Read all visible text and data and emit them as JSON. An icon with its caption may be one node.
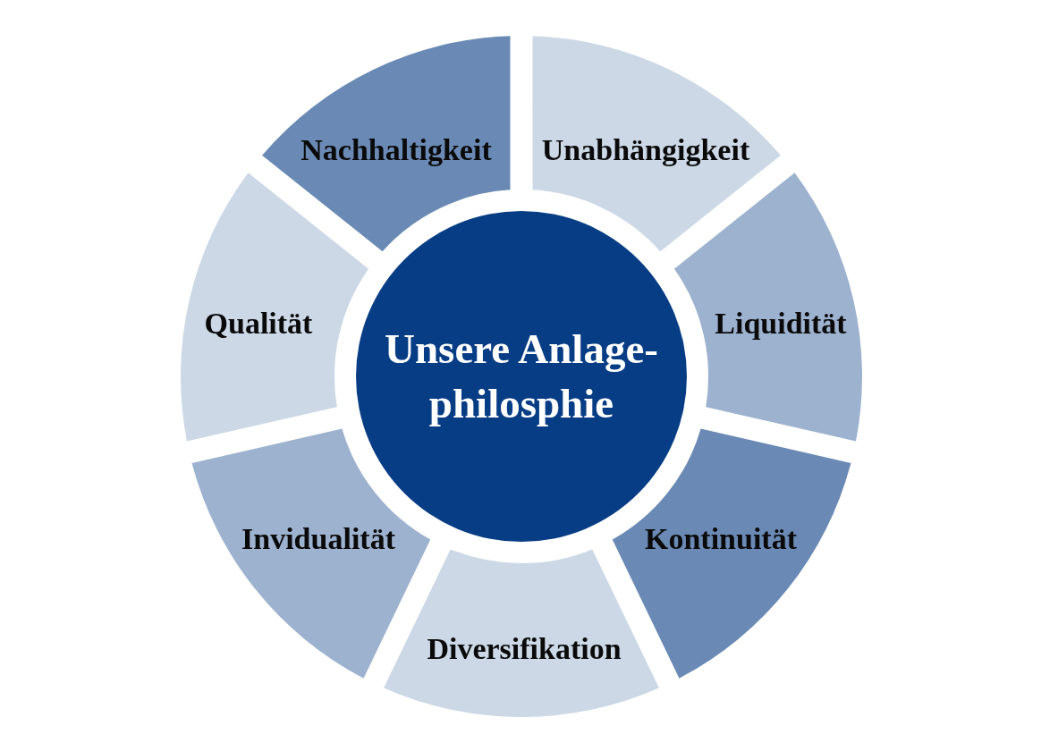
{
  "diagram": {
    "nodes": [
      {
        "text": [
          "Unsere Anlage-philosphie"
        ]
      },
      {
        "text": [
          "Unabhängigkeit"
        ]
      },
      {
        "text": [
          "Liquidität"
        ]
      },
      {
        "text": [
          "Kontinuität"
        ]
      },
      {
        "text": [
          "Diversifikation"
        ]
      },
      {
        "text": [
          "Invidualität"
        ]
      },
      {
        "text": [
          "Qualität"
        ]
      },
      {
        "text": [
          "Nachhaltigkeit"
        ]
      }
    ]
  }
}
